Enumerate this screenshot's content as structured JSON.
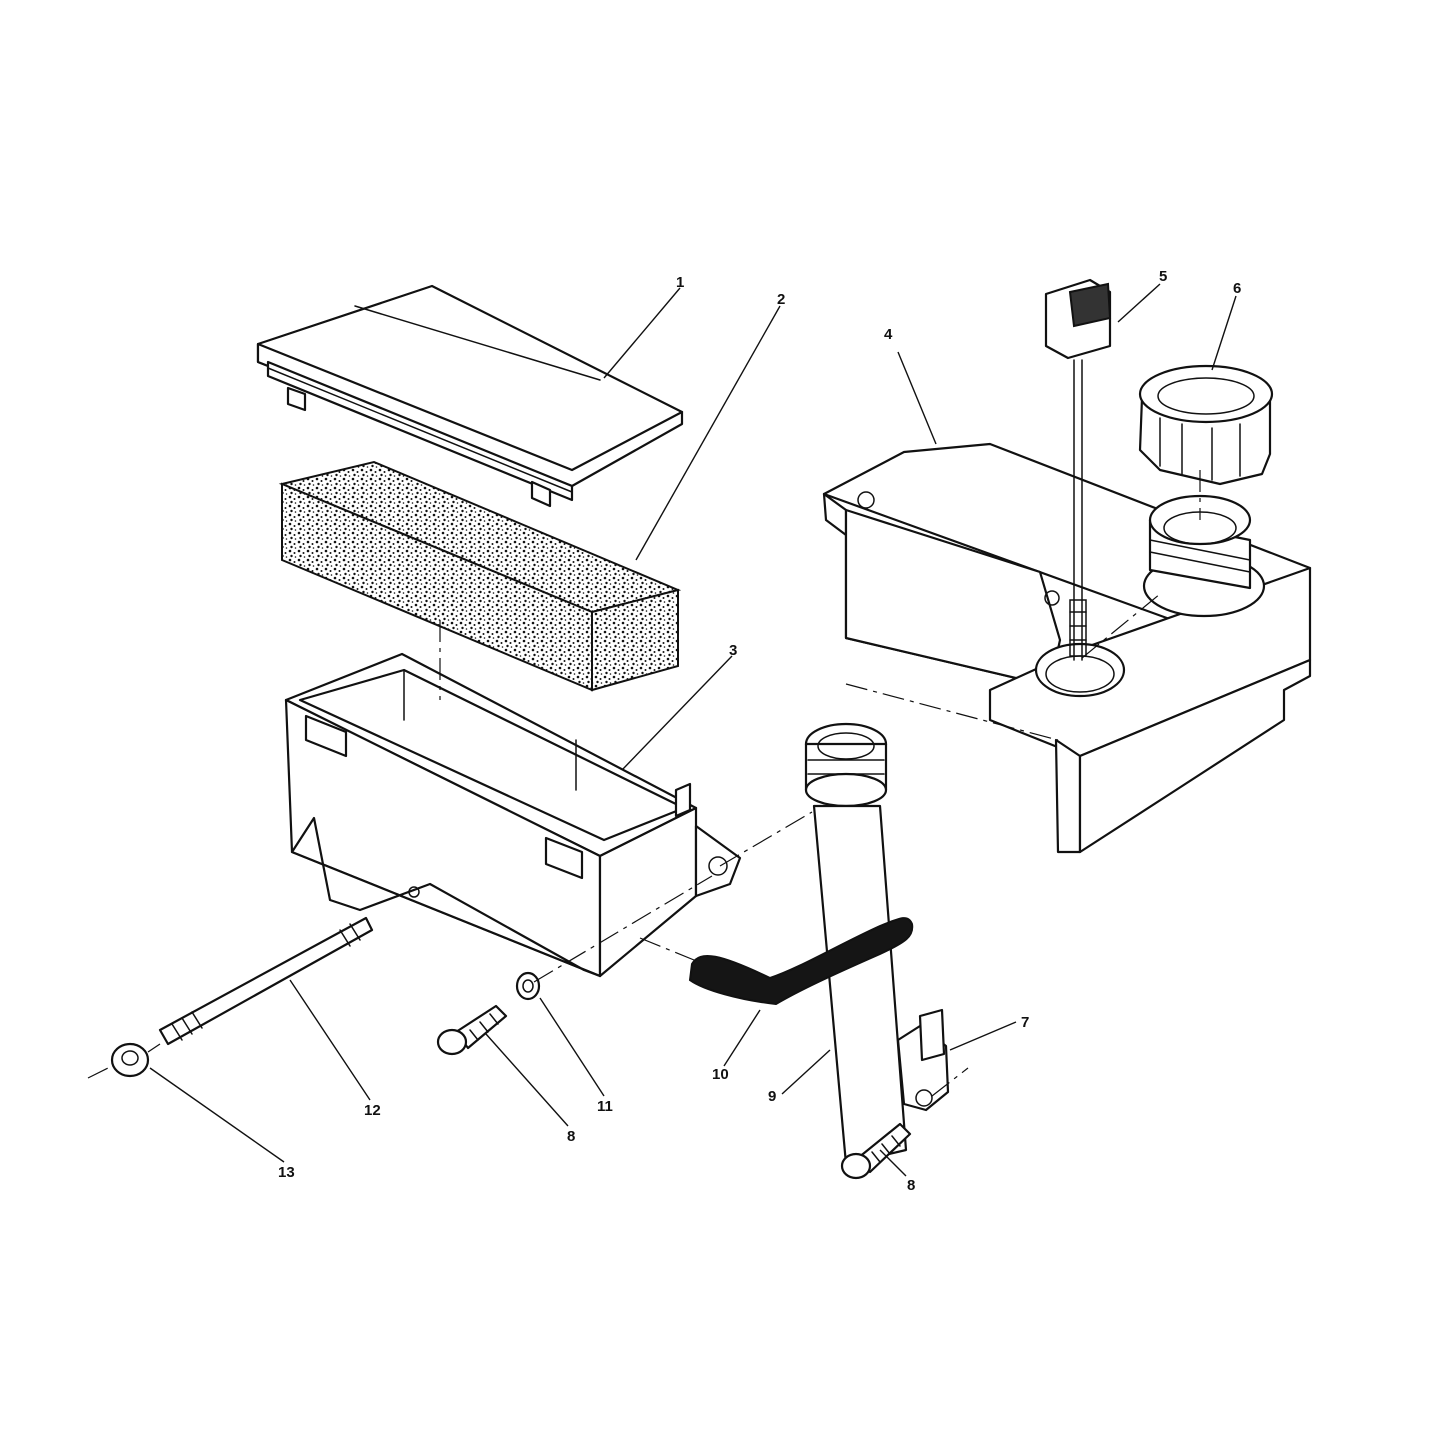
{
  "diagram": {
    "callouts": [
      {
        "id": "1",
        "text": "1"
      },
      {
        "id": "2",
        "text": "2"
      },
      {
        "id": "3",
        "text": "3"
      },
      {
        "id": "4",
        "text": "4"
      },
      {
        "id": "5",
        "text": "5"
      },
      {
        "id": "6",
        "text": "6"
      },
      {
        "id": "7",
        "text": "7"
      },
      {
        "id": "8a",
        "text": "8"
      },
      {
        "id": "8b",
        "text": "8"
      },
      {
        "id": "9",
        "text": "9"
      },
      {
        "id": "10",
        "text": "10"
      },
      {
        "id": "11",
        "text": "11"
      },
      {
        "id": "12",
        "text": "12"
      },
      {
        "id": "13",
        "text": "13"
      }
    ]
  }
}
